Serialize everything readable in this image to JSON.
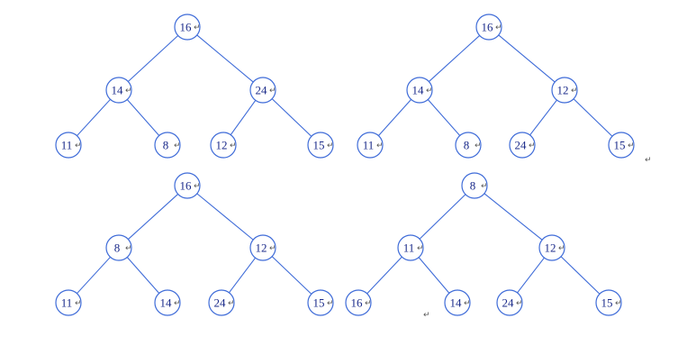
{
  "colors": {
    "stroke": "#3e6bd8",
    "text": "#1a2a8a",
    "mark": "#555555"
  },
  "paragraph_mark": "↵",
  "trees": [
    {
      "values": [
        "16",
        "14",
        "24",
        "11",
        "8",
        "12",
        "15"
      ]
    },
    {
      "values": [
        "16",
        "14",
        "12",
        "11",
        "8",
        "24",
        "15"
      ]
    },
    {
      "values": [
        "16",
        "8",
        "12",
        "11",
        "14",
        "24",
        "15"
      ]
    },
    {
      "values": [
        "8",
        "11",
        "12",
        "16",
        "14",
        "24",
        "15"
      ]
    }
  ]
}
